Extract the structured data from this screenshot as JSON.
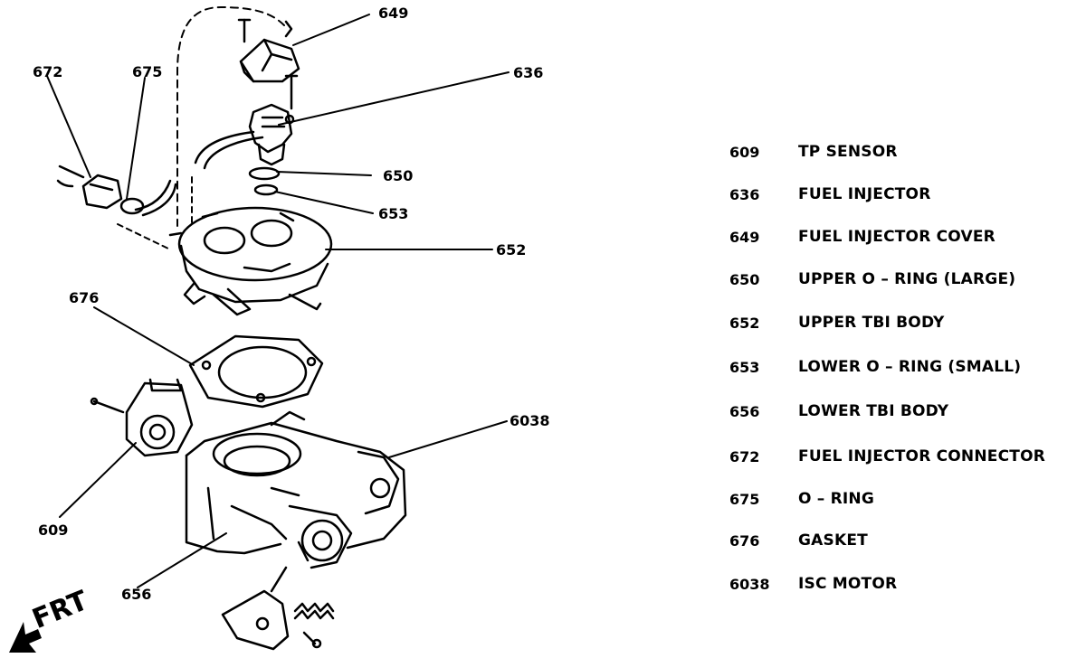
{
  "callouts": {
    "c649": "649",
    "c672": "672",
    "c675": "675",
    "c636": "636",
    "c650": "650",
    "c653": "653",
    "c652": "652",
    "c676": "676",
    "c6038": "6038",
    "c609": "609",
    "c656": "656"
  },
  "legend": [
    {
      "num": "609",
      "name": "TP SENSOR"
    },
    {
      "num": "636",
      "name": "FUEL INJECTOR"
    },
    {
      "num": "649",
      "name": "FUEL INJECTOR COVER"
    },
    {
      "num": "650",
      "name": "UPPER O – RING (LARGE)"
    },
    {
      "num": "652",
      "name": "UPPER TBI BODY"
    },
    {
      "num": "653",
      "name": "LOWER O – RING (SMALL)"
    },
    {
      "num": "656",
      "name": "LOWER TBI BODY"
    },
    {
      "num": "672",
      "name": "FUEL INJECTOR CONNECTOR"
    },
    {
      "num": "675",
      "name": "O – RING"
    },
    {
      "num": "676",
      "name": "GASKET"
    },
    {
      "num": "6038",
      "name": "ISC MOTOR"
    }
  ],
  "direction_label": "FRT"
}
